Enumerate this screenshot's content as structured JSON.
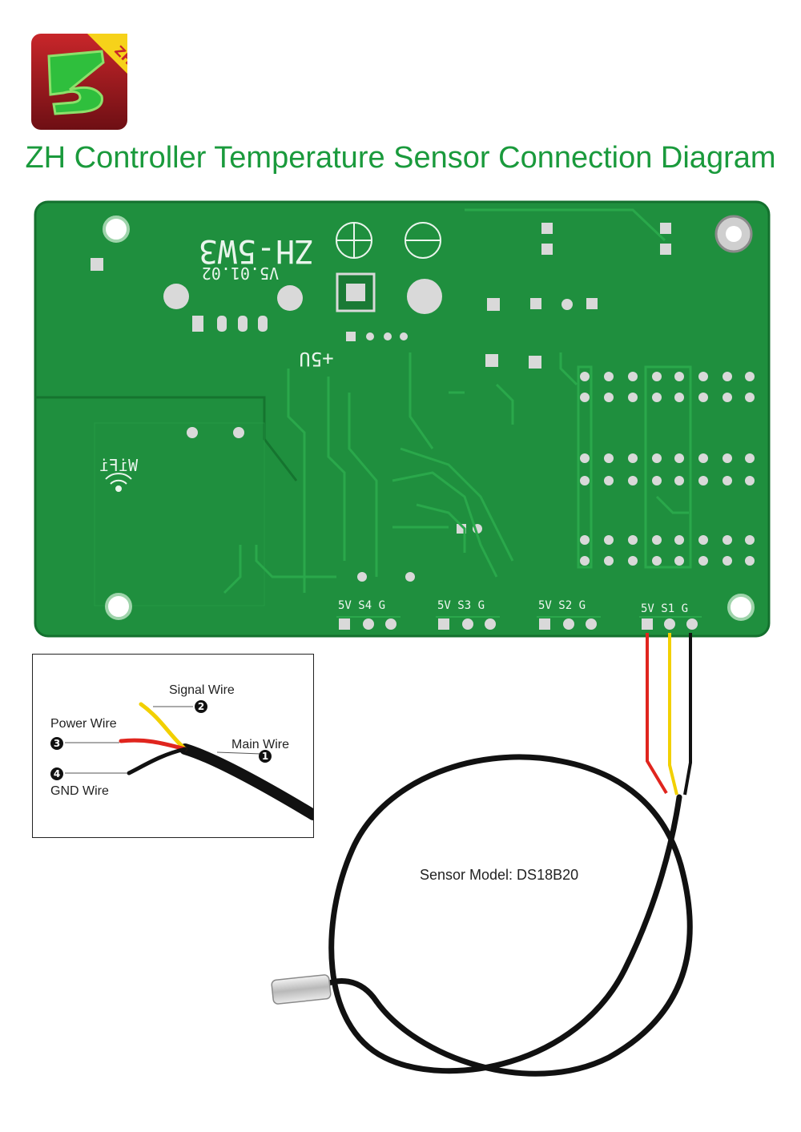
{
  "logo": {
    "letters": "ZH",
    "icon": "zh-logo-icon"
  },
  "title": "ZH Controller Temperature Sensor Connection Diagram",
  "board": {
    "model": "ZH-5W3",
    "version": "V5.01.02",
    "power_label": "+5U",
    "wifi_label": "WiFi",
    "plus_symbol": "⊕",
    "minus_symbol": "⊖",
    "ports": [
      {
        "label": "5V S4 G"
      },
      {
        "label": "5V S3 G"
      },
      {
        "label": "5V S2 G"
      },
      {
        "label": "5V S1 G"
      }
    ],
    "colors": {
      "pcb": "#1f8f3e",
      "trace": "#2aa84b",
      "pad": "#d9d9d9"
    }
  },
  "wire_detail": {
    "signal": "Signal Wire",
    "power": "Power Wire",
    "main": "Main Wire",
    "gnd": "GND Wire",
    "numbers": [
      "1",
      "2",
      "3",
      "4"
    ]
  },
  "sensor_model": "Sensor Model: DS18B20",
  "wire_colors": {
    "power": "#e0251e",
    "signal": "#f2d000",
    "gnd": "#111111"
  }
}
